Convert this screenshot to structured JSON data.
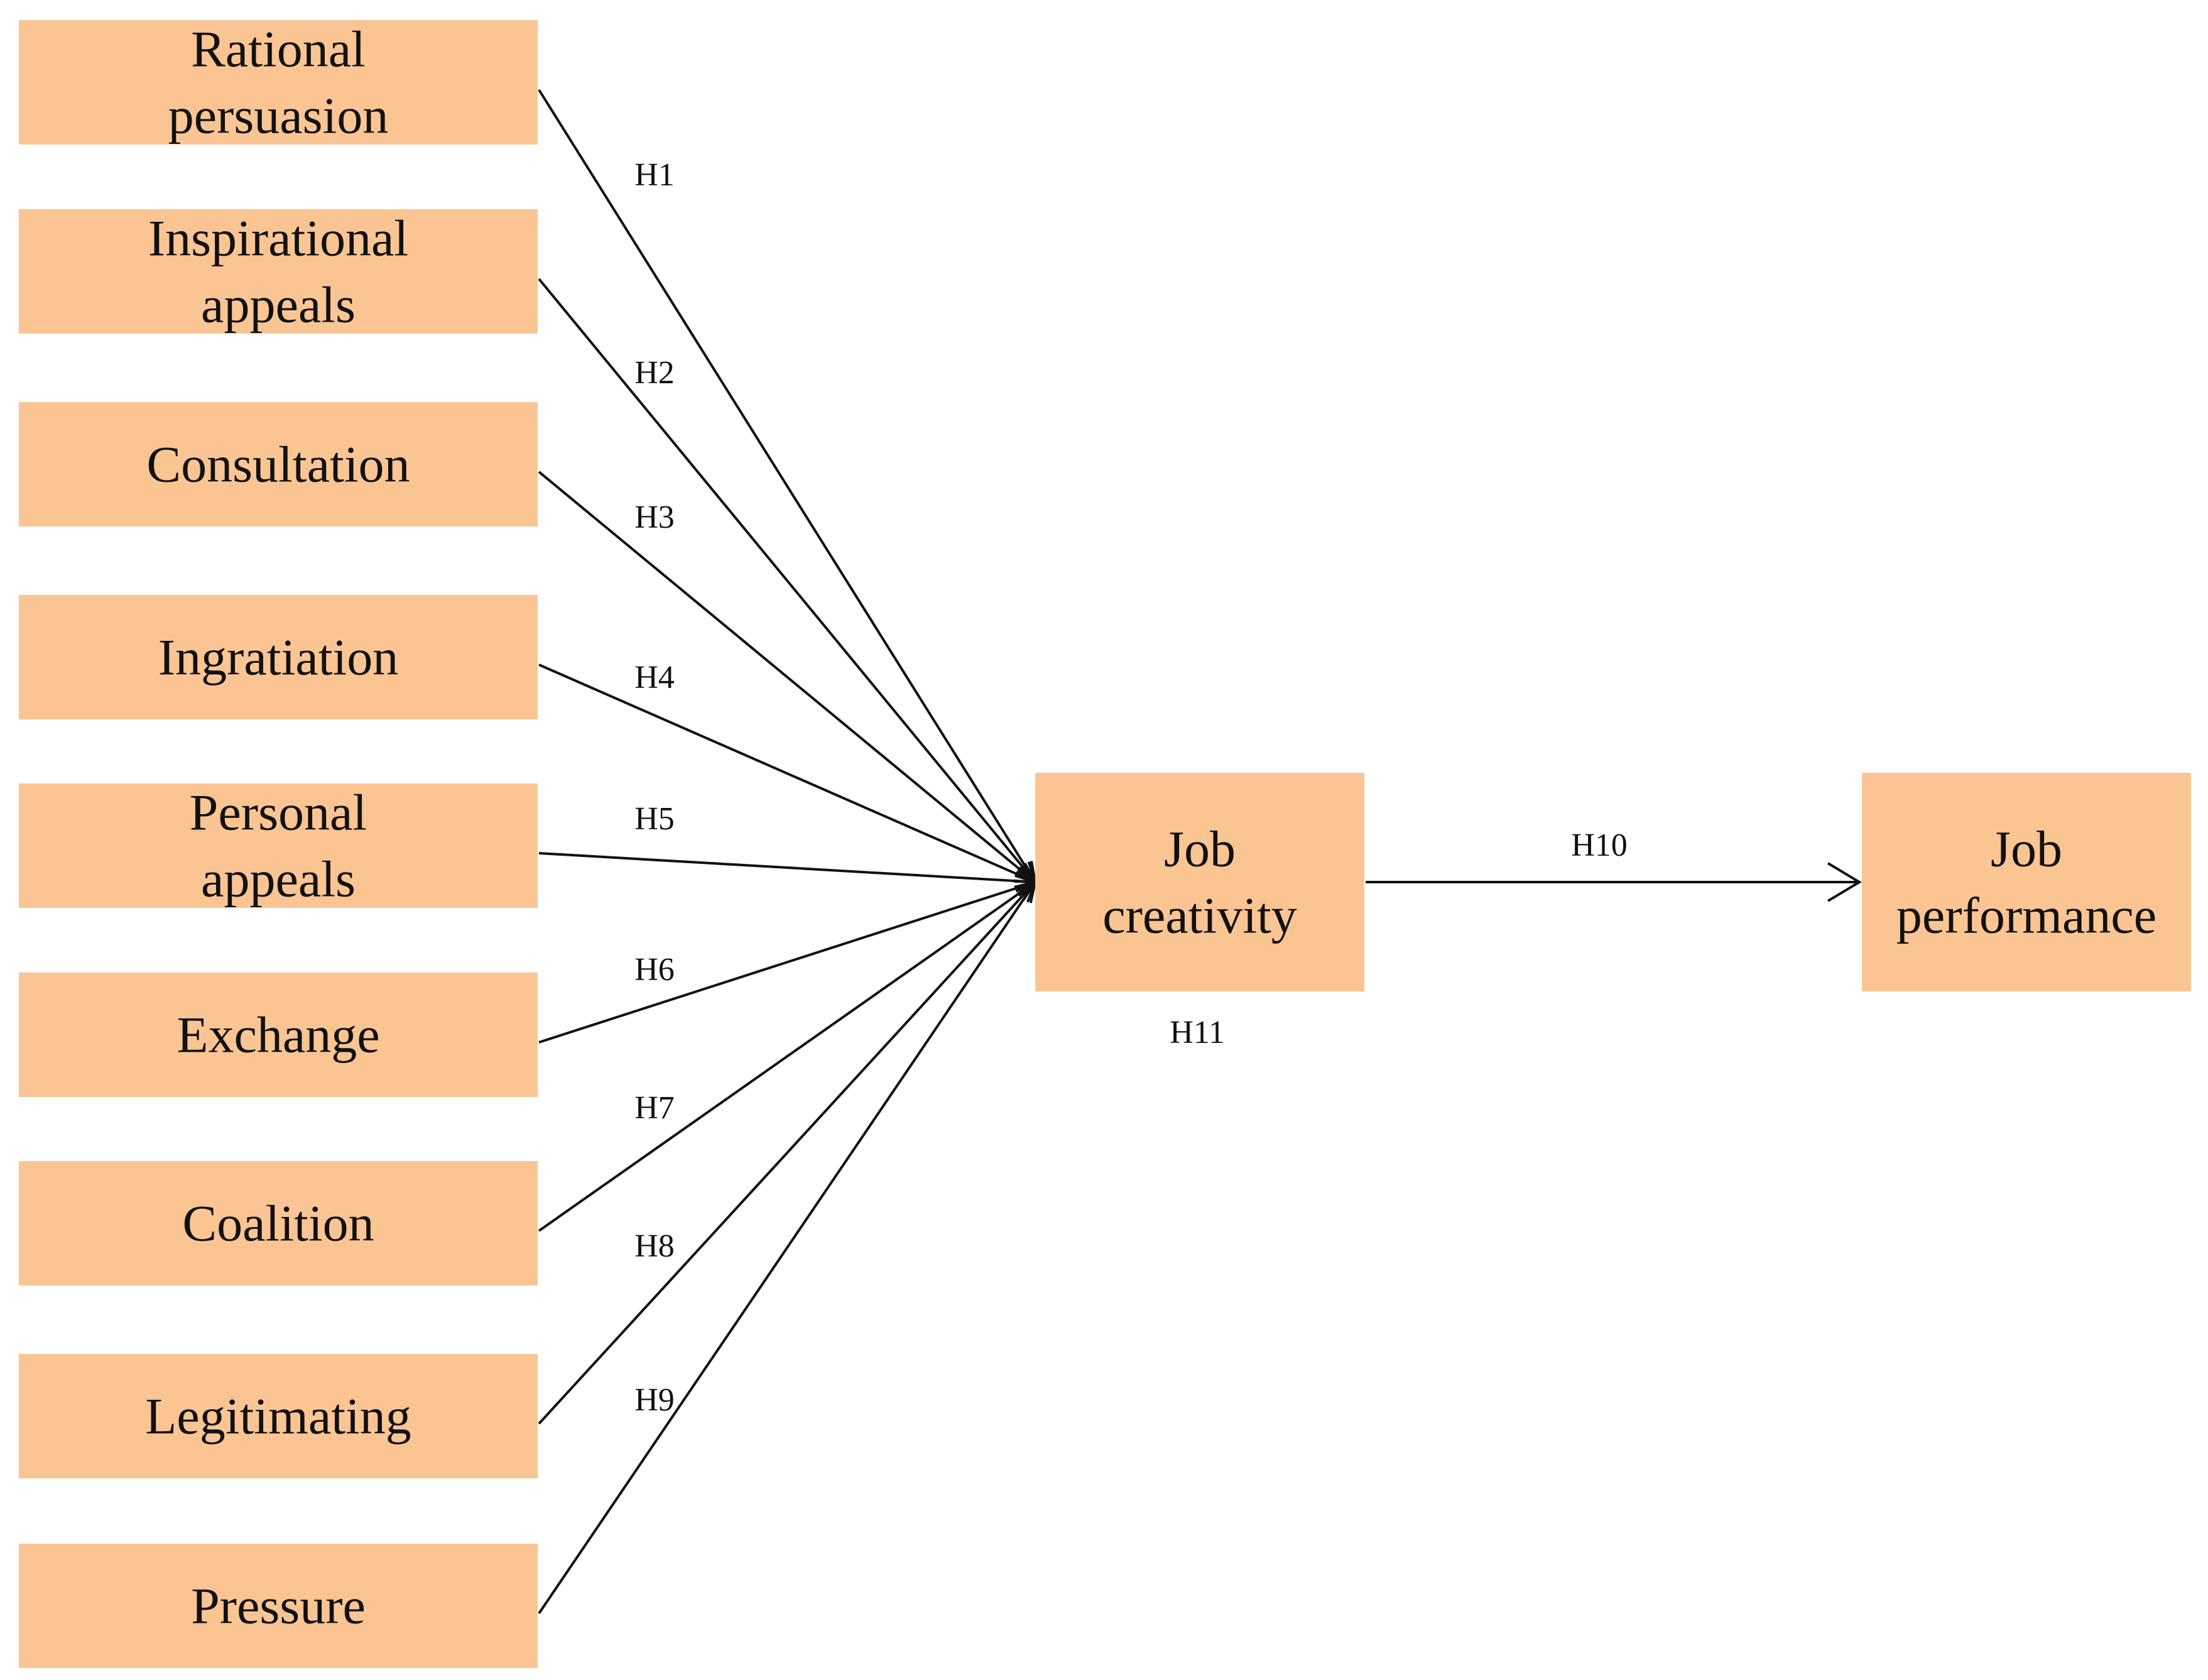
{
  "colors": {
    "box_fill": "#FAC593",
    "line": "#111111",
    "text": "#111111",
    "background": "#FFFFFF"
  },
  "predictors": [
    {
      "id": "rational-persuasion",
      "lines": [
        "Rational",
        "persuasion"
      ],
      "hypothesis": "H1"
    },
    {
      "id": "inspirational-appeals",
      "lines": [
        "Inspirational",
        "appeals"
      ],
      "hypothesis": "H2"
    },
    {
      "id": "consultation",
      "lines": [
        "Consultation"
      ],
      "hypothesis": "H3"
    },
    {
      "id": "ingratiation",
      "lines": [
        "Ingratiation"
      ],
      "hypothesis": "H4"
    },
    {
      "id": "personal-appeals",
      "lines": [
        "Personal",
        "appeals"
      ],
      "hypothesis": "H5"
    },
    {
      "id": "exchange",
      "lines": [
        "Exchange"
      ],
      "hypothesis": "H6"
    },
    {
      "id": "coalition",
      "lines": [
        "Coalition"
      ],
      "hypothesis": "H7"
    },
    {
      "id": "legitimating",
      "lines": [
        "Legitimating"
      ],
      "hypothesis": "H8"
    },
    {
      "id": "pressure",
      "lines": [
        "Pressure"
      ],
      "hypothesis": "H9"
    }
  ],
  "mediator": {
    "id": "job-creativity",
    "lines": [
      "Job",
      "creativity"
    ],
    "hypothesis": "H11"
  },
  "outcome": {
    "id": "job-performance",
    "lines": [
      "Job",
      "performance"
    ]
  },
  "outcome_edge": {
    "hypothesis": "H10"
  }
}
